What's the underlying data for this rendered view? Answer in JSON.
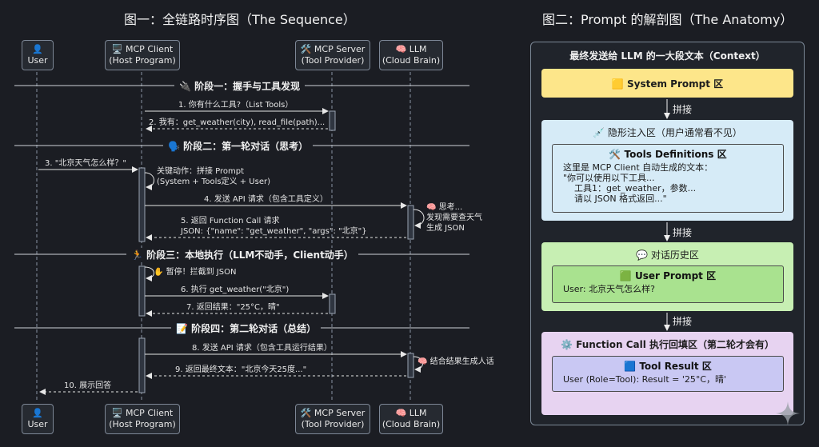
{
  "titles": {
    "left": "图一：全链路时序图（The Sequence）",
    "right": "图二：Prompt 的解剖图（The Anatomy）"
  },
  "actors": {
    "user": {
      "icon": "👤",
      "line1": "User",
      "line2": ""
    },
    "client": {
      "icon": "🖥️",
      "line1": "MCP Client",
      "line2": "(Host Program)"
    },
    "server": {
      "icon": "🛠️",
      "line1": "MCP Server",
      "line2": "(Tool Provider)"
    },
    "llm": {
      "icon": "🧠",
      "line1": "LLM",
      "line2": "(Cloud Brain)"
    }
  },
  "phases": [
    "🔌 阶段一：握手与工具发现",
    "🗣️ 阶段二：第一轮对话（思考）",
    "🏃 阶段三：本地执行（LLM不动手，Client动手）",
    "📝 阶段四：第二轮对话（总结）"
  ],
  "messages": [
    "1. 你有什么工具?（List Tools）",
    "2. 我有：get_weather(city), read_file(path)...",
    "3. \"北京天气怎么样？\"",
    "4. 发送 API 请求（包含工具定义）",
    "5. 返回 Function Call 请求",
    "JSON: {\"name\": \"get_weather\", \"args\": \"北京\"}",
    "6. 执行 get_weather(\"北京\")",
    "7. 返回结果：\"25°C，晴\"",
    "8. 发送 API 请求（包含工具运行结果）",
    "9. 返回最终文本：\"北京今天25度...\"",
    "10. 展示回答"
  ],
  "notes": {
    "client_assemble_1": "关键动作：拼接 Prompt",
    "client_assemble_2": "(System + Tools定义 + User)",
    "llm_think_1": "🧠 思考...",
    "llm_think_2": "发现需要查天气",
    "llm_think_3": "生成 JSON",
    "client_pause": "✋ 暂停！拦截到 JSON",
    "llm_combine": "🧠 结合结果生成人话"
  },
  "anatomy": {
    "header": "最终发送给 LLM 的一大段文本（Context）",
    "join_label": "拼接",
    "system": "🟨 System Prompt 区",
    "hidden": "💉 隐形注入区（用户通常看不见）",
    "tools_title": "🛠️ Tools Definitions 区",
    "tools_lines": [
      "这里是 MCP Client 自动生成的文本：",
      "\"你可以使用以下工具...",
      "    工具1：get_weather，参数...",
      "    请以 JSON 格式返回...\""
    ],
    "history": "💬 对话历史区",
    "user_prompt_title": "🟩 User Prompt 区",
    "user_prompt_text": "User: 北京天气怎么样?",
    "fc": "⚙️ Function Call 执行回填区（第二轮才会有）",
    "tool_result_title": "🟦 Tool Result 区",
    "tool_result_text": "User (Role=Tool): Result = '25°C，晴'"
  },
  "colors": {
    "background": "#1b1d23",
    "system_zone": "#fde68a",
    "hidden_zone": "#d6ebf7",
    "history_zone": "#c7efb3",
    "user_prompt_inner": "#a9e28f",
    "fc_zone": "#e7d3f1",
    "tool_result_inner": "#c9c8f3"
  }
}
